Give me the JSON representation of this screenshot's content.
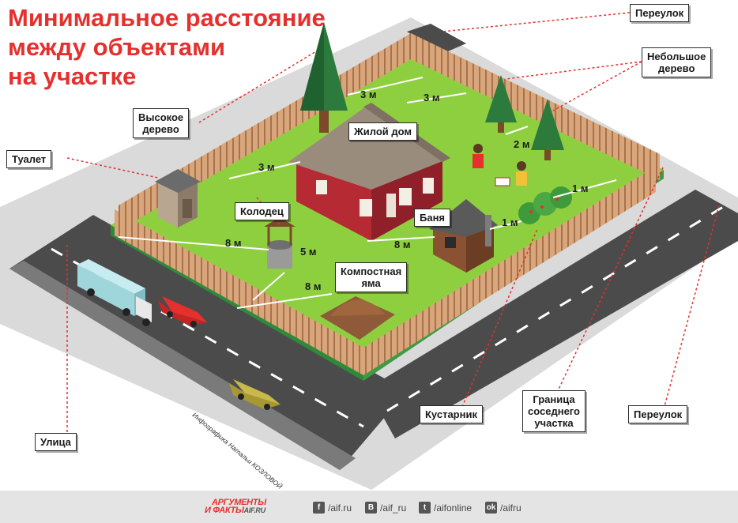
{
  "title": {
    "line1": "Минимальное расстояние",
    "line2": "между объектами",
    "line3": "на участке"
  },
  "labels": {
    "lane_top": "Переулок",
    "small_tree": "Небольшое\nдерево",
    "tall_tree": "Высокое\nдерево",
    "toilet": "Туалет",
    "house": "Жилой дом",
    "well": "Колодец",
    "bath": "Баня",
    "compost": "Компостная\nяма",
    "street": "Улица",
    "shrub": "Кустарник",
    "border": "Граница\nсоседнего\nучастка",
    "lane_right": "Переулок"
  },
  "distances": {
    "tree_fence_left": "3 м",
    "tree_house": "3 м",
    "small_tree_neighbor": "2 м",
    "toilet_house": "3 м",
    "shrub_border": "1 м",
    "bath_shrub": "1 м",
    "well_street": "8 м",
    "well_compost": "5 м",
    "bath_house": "8 м",
    "compost_well": "8 м"
  },
  "credit": "Инфографика Натальи КОЗЛОВОЙ",
  "footer": {
    "logo_top": "АРГУМЕНТЫ",
    "logo_bottom": "И ФАКТЫ",
    "logo_site": "AIF.RU",
    "links": [
      {
        "icon": "facebook-icon",
        "glyph": "f",
        "text": "/aif.ru"
      },
      {
        "icon": "vk-icon",
        "glyph": "B",
        "text": "/aif_ru"
      },
      {
        "icon": "twitter-icon",
        "glyph": "t",
        "text": "/aifonline"
      },
      {
        "icon": "odnoklassniki-icon",
        "glyph": "ok",
        "text": "/aifru"
      }
    ]
  },
  "colors": {
    "title": "#e5302d",
    "grass": "#8ecf3f",
    "road": "#4a4a4a",
    "fence": "#c9946a",
    "house_wall": "#b52a33",
    "dotted": "#e5302d"
  }
}
